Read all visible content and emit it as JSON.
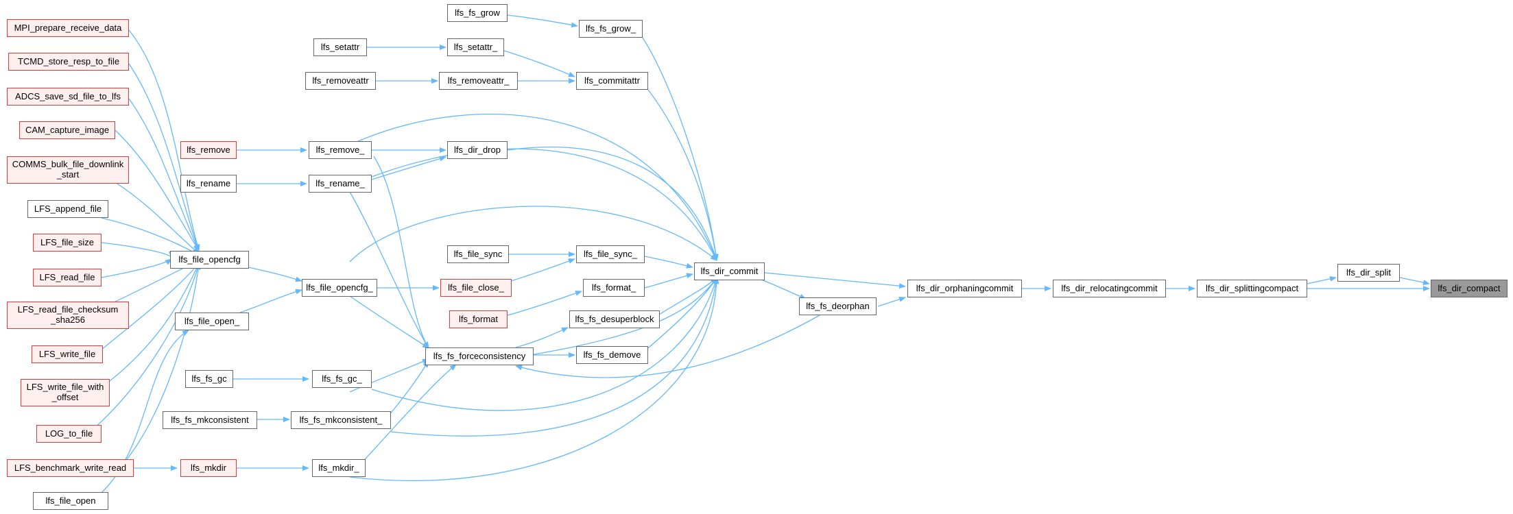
{
  "graph": {
    "colors": {
      "edge": "#63b8ff",
      "node_border": "#666666",
      "node_red": "#e33939",
      "current_fill": "#999999"
    },
    "nodes": {
      "mpi_prepare": "MPI_prepare_receive_data",
      "tcmd_store": "TCMD_store_resp_to_file",
      "adcs_save": "ADCS_save_sd_file_to_lfs",
      "cam_capture": "CAM_capture_image",
      "comms_bulk": "COMMS_bulk_file_downlink\n_start",
      "lfs_append": "LFS_append_file",
      "lfs_file_size": "LFS_file_size",
      "lfs_read_file": "LFS_read_file",
      "lfs_read_checksum": "LFS_read_file_checksum\n_sha256",
      "lfs_write_file": "LFS_write_file",
      "lfs_write_offset": "LFS_write_file_with\n_offset",
      "log_to_file": "LOG_to_file",
      "lfs_benchmark": "LFS_benchmark_write_read",
      "lfs_file_open": "lfs_file_open",
      "lfs_file_opencfg": "lfs_file_opencfg",
      "lfs_file_open_": "lfs_file_open_",
      "lfs_remove": "lfs_remove",
      "lfs_rename": "lfs_rename",
      "lfs_fs_gc": "lfs_fs_gc",
      "lfs_fs_mkconsistent": "lfs_fs_mkconsistent",
      "lfs_mkdir": "lfs_mkdir",
      "lfs_setattr": "lfs_setattr",
      "lfs_removeattr": "lfs_removeattr",
      "lfs_remove_": "lfs_remove_",
      "lfs_rename_": "lfs_rename_",
      "lfs_file_opencfg_": "lfs_file_opencfg_",
      "lfs_fs_gc_": "lfs_fs_gc_",
      "lfs_fs_mkconsistent_": "lfs_fs_mkconsistent_",
      "lfs_mkdir_": "lfs_mkdir_",
      "lfs_fs_grow": "lfs_fs_grow",
      "lfs_setattr_": "lfs_setattr_",
      "lfs_removeattr_": "lfs_removeattr_",
      "lfs_dir_drop": "lfs_dir_drop",
      "lfs_file_sync": "lfs_file_sync",
      "lfs_file_close_": "lfs_file_close_",
      "lfs_format": "lfs_format",
      "lfs_fs_forceconsistency": "lfs_fs_forceconsistency",
      "lfs_fs_grow_": "lfs_fs_grow_",
      "lfs_commitattr": "lfs_commitattr",
      "lfs_file_sync_": "lfs_file_sync_",
      "lfs_format_": "lfs_format_",
      "lfs_fs_desuperblock": "lfs_fs_desuperblock",
      "lfs_fs_demove": "lfs_fs_demove",
      "lfs_dir_commit": "lfs_dir_commit",
      "lfs_fs_deorphan": "lfs_fs_deorphan",
      "lfs_dir_orphaningcommit": "lfs_dir_orphaningcommit",
      "lfs_dir_relocatingcommit": "lfs_dir_relocatingcommit",
      "lfs_dir_splittingcompact": "lfs_dir_splittingcompact",
      "lfs_dir_split": "lfs_dir_split",
      "lfs_dir_compact": "lfs_dir_compact"
    }
  }
}
